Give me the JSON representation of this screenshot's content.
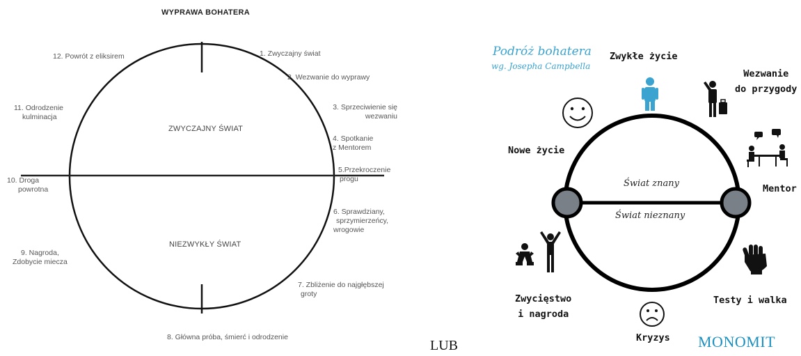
{
  "left": {
    "title": "WYPRAWA BOHATERA",
    "world_top": "ZWYCZAJNY ŚWIAT",
    "world_bottom": "NIEZWYKŁY ŚWIAT",
    "stages": {
      "s1": "1.  Zwyczajny świat",
      "s2": "2. Wezwanie do wyprawy",
      "s3a": "3. Sprzeciwienie się",
      "s3b": "wezwaniu",
      "s4a": "4. Spotkanie",
      "s4b": "z Mentorem",
      "s5a": "5.Przekroczenie",
      "s5b": "progu",
      "s6a": "6. Sprawdziany,",
      "s6b": "sprzymierzeńcy,",
      "s6c": "wrogowie",
      "s7a": "7. Zbliżenie do najgłębszej",
      "s7b": "groty",
      "s8": "8. Główna próba, śmierć i odrodzenie",
      "s9a": "9. Nagroda,",
      "s9b": "Zdobycie miecza",
      "s10a": "10. Droga",
      "s10b": "powrotna",
      "s11a": "11. Odrodzenie",
      "s11b": "kulminacja",
      "s12": "12. Powrót z eliksirem"
    }
  },
  "separator": "LUB",
  "right": {
    "brand_line1": "Podróż bohatera",
    "brand_line2": "wg. Josepha Campbella",
    "inner_top": "Świat znany",
    "inner_bottom": "Świat nieznany",
    "brand_bottom": "MONOMIT",
    "stages": {
      "ordinary": "Zwykłe życie",
      "call_a": "Wezwanie",
      "call_b": "do przygody",
      "mentor": "Mentor",
      "tests": "Testy i walka",
      "crisis": "Kryzys",
      "victory_a": "Zwycięstwo",
      "victory_b": "i nagroda",
      "new_life": "Nowe życie"
    },
    "icons": [
      "smile-icon",
      "person-icon",
      "briefcase-person-icon",
      "meeting-icon",
      "fist-icon",
      "sad-face-icon",
      "celebration-icon"
    ],
    "colors": {
      "accent_blue": "#3aa3cf",
      "node_gray": "#7a8088",
      "monomit_blue": "#1c90c0"
    }
  }
}
